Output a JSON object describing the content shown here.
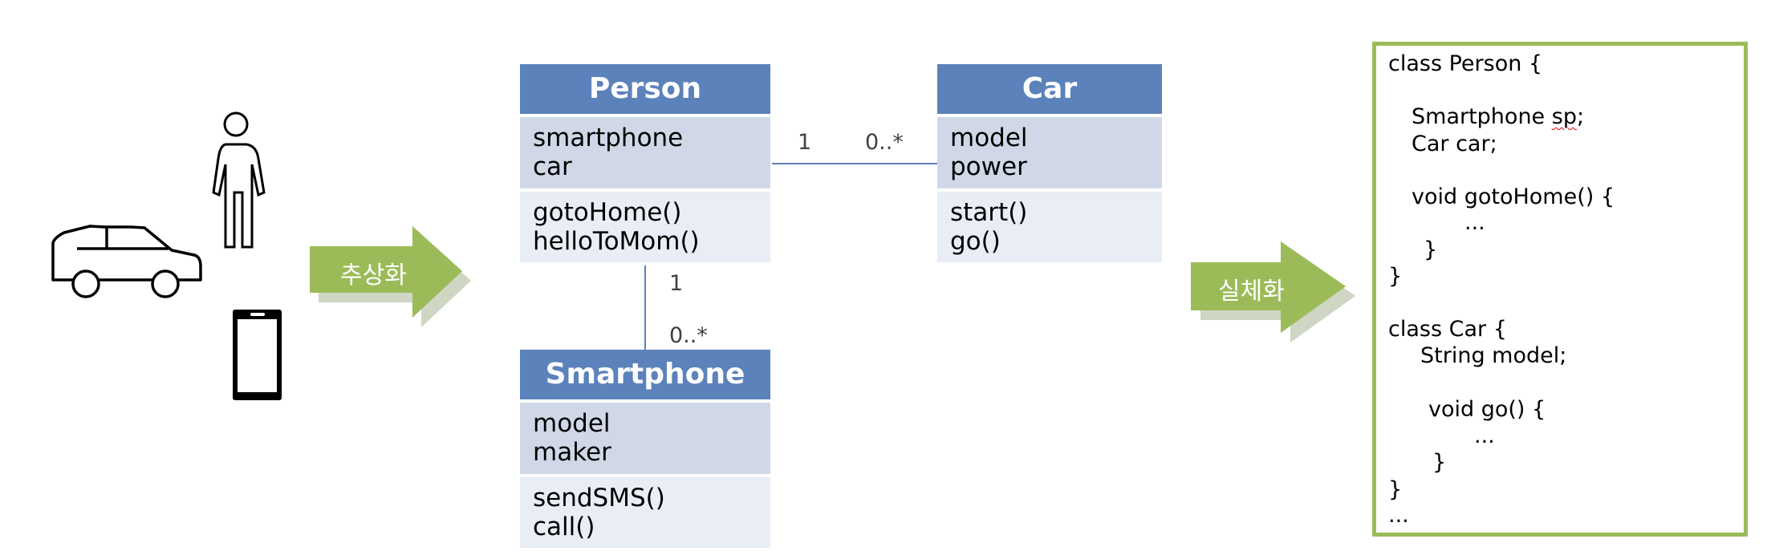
{
  "icons": [
    "car-icon",
    "person-icon",
    "smartphone-icon"
  ],
  "arrows": {
    "abstraction_label": "추상화",
    "realization_label": "실체화",
    "fill_color": "#9bbb59"
  },
  "colors": {
    "class_header": "#5b82bb",
    "attributes_bg": "#d0d8e7",
    "operations_bg": "#e9edf5",
    "association_line": "#5b82bb"
  },
  "classes": {
    "person": {
      "name": "Person",
      "attributes": [
        "smartphone",
        "car"
      ],
      "operations": [
        "gotoHome()",
        "helloToMom()"
      ]
    },
    "car": {
      "name": "Car",
      "attributes": [
        "model",
        "power"
      ],
      "operations": [
        "start()",
        "go()"
      ]
    },
    "smartphone": {
      "name": "Smartphone",
      "attributes": [
        "model",
        "maker"
      ],
      "operations": [
        "sendSMS()",
        "call()"
      ]
    }
  },
  "associations": {
    "person_car": {
      "source_multiplicity": "1",
      "target_multiplicity": "0..*"
    },
    "person_smartphone": {
      "source_multiplicity": "1",
      "target_multiplicity": "0..*"
    }
  },
  "code": {
    "lines": [
      "class Person {",
      "Smartphone ",
      "sp",
      ";",
      "Car car;",
      "void gotoHome() {",
      "...",
      "}",
      "}",
      "class Car {",
      "String model;",
      "void go() {",
      "...",
      "}",
      "}",
      "..."
    ]
  }
}
